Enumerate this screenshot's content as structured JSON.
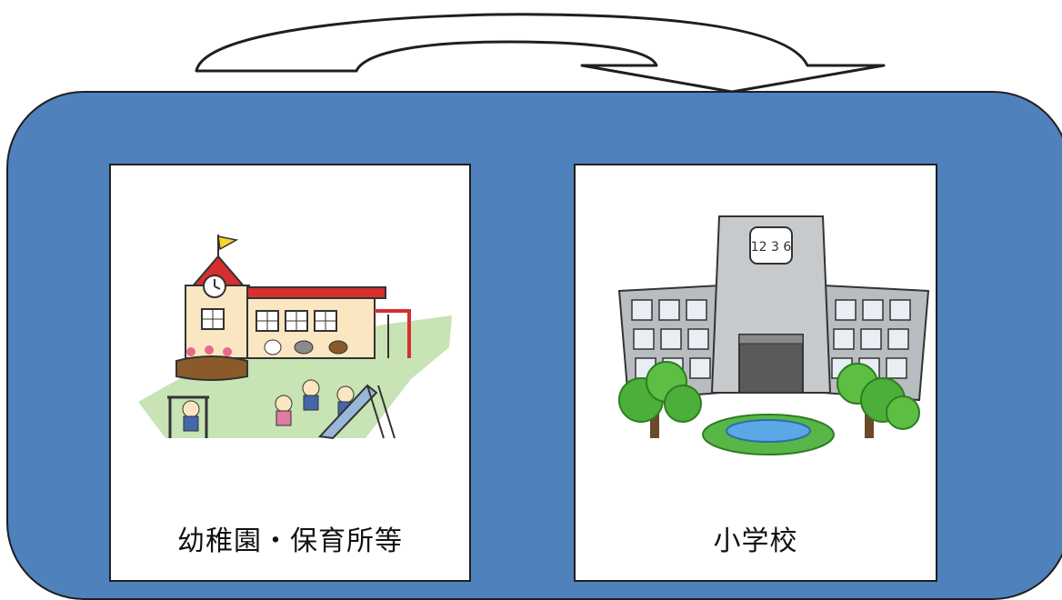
{
  "cards": {
    "left": {
      "label": "幼稚園・保育所等",
      "icon": "kindergarten-illustration"
    },
    "right": {
      "label": "小学校",
      "icon": "elementary-school-illustration"
    }
  },
  "colors": {
    "panel": "#4f81bd",
    "outline": "#1f1f1f",
    "card": "#ffffff"
  }
}
